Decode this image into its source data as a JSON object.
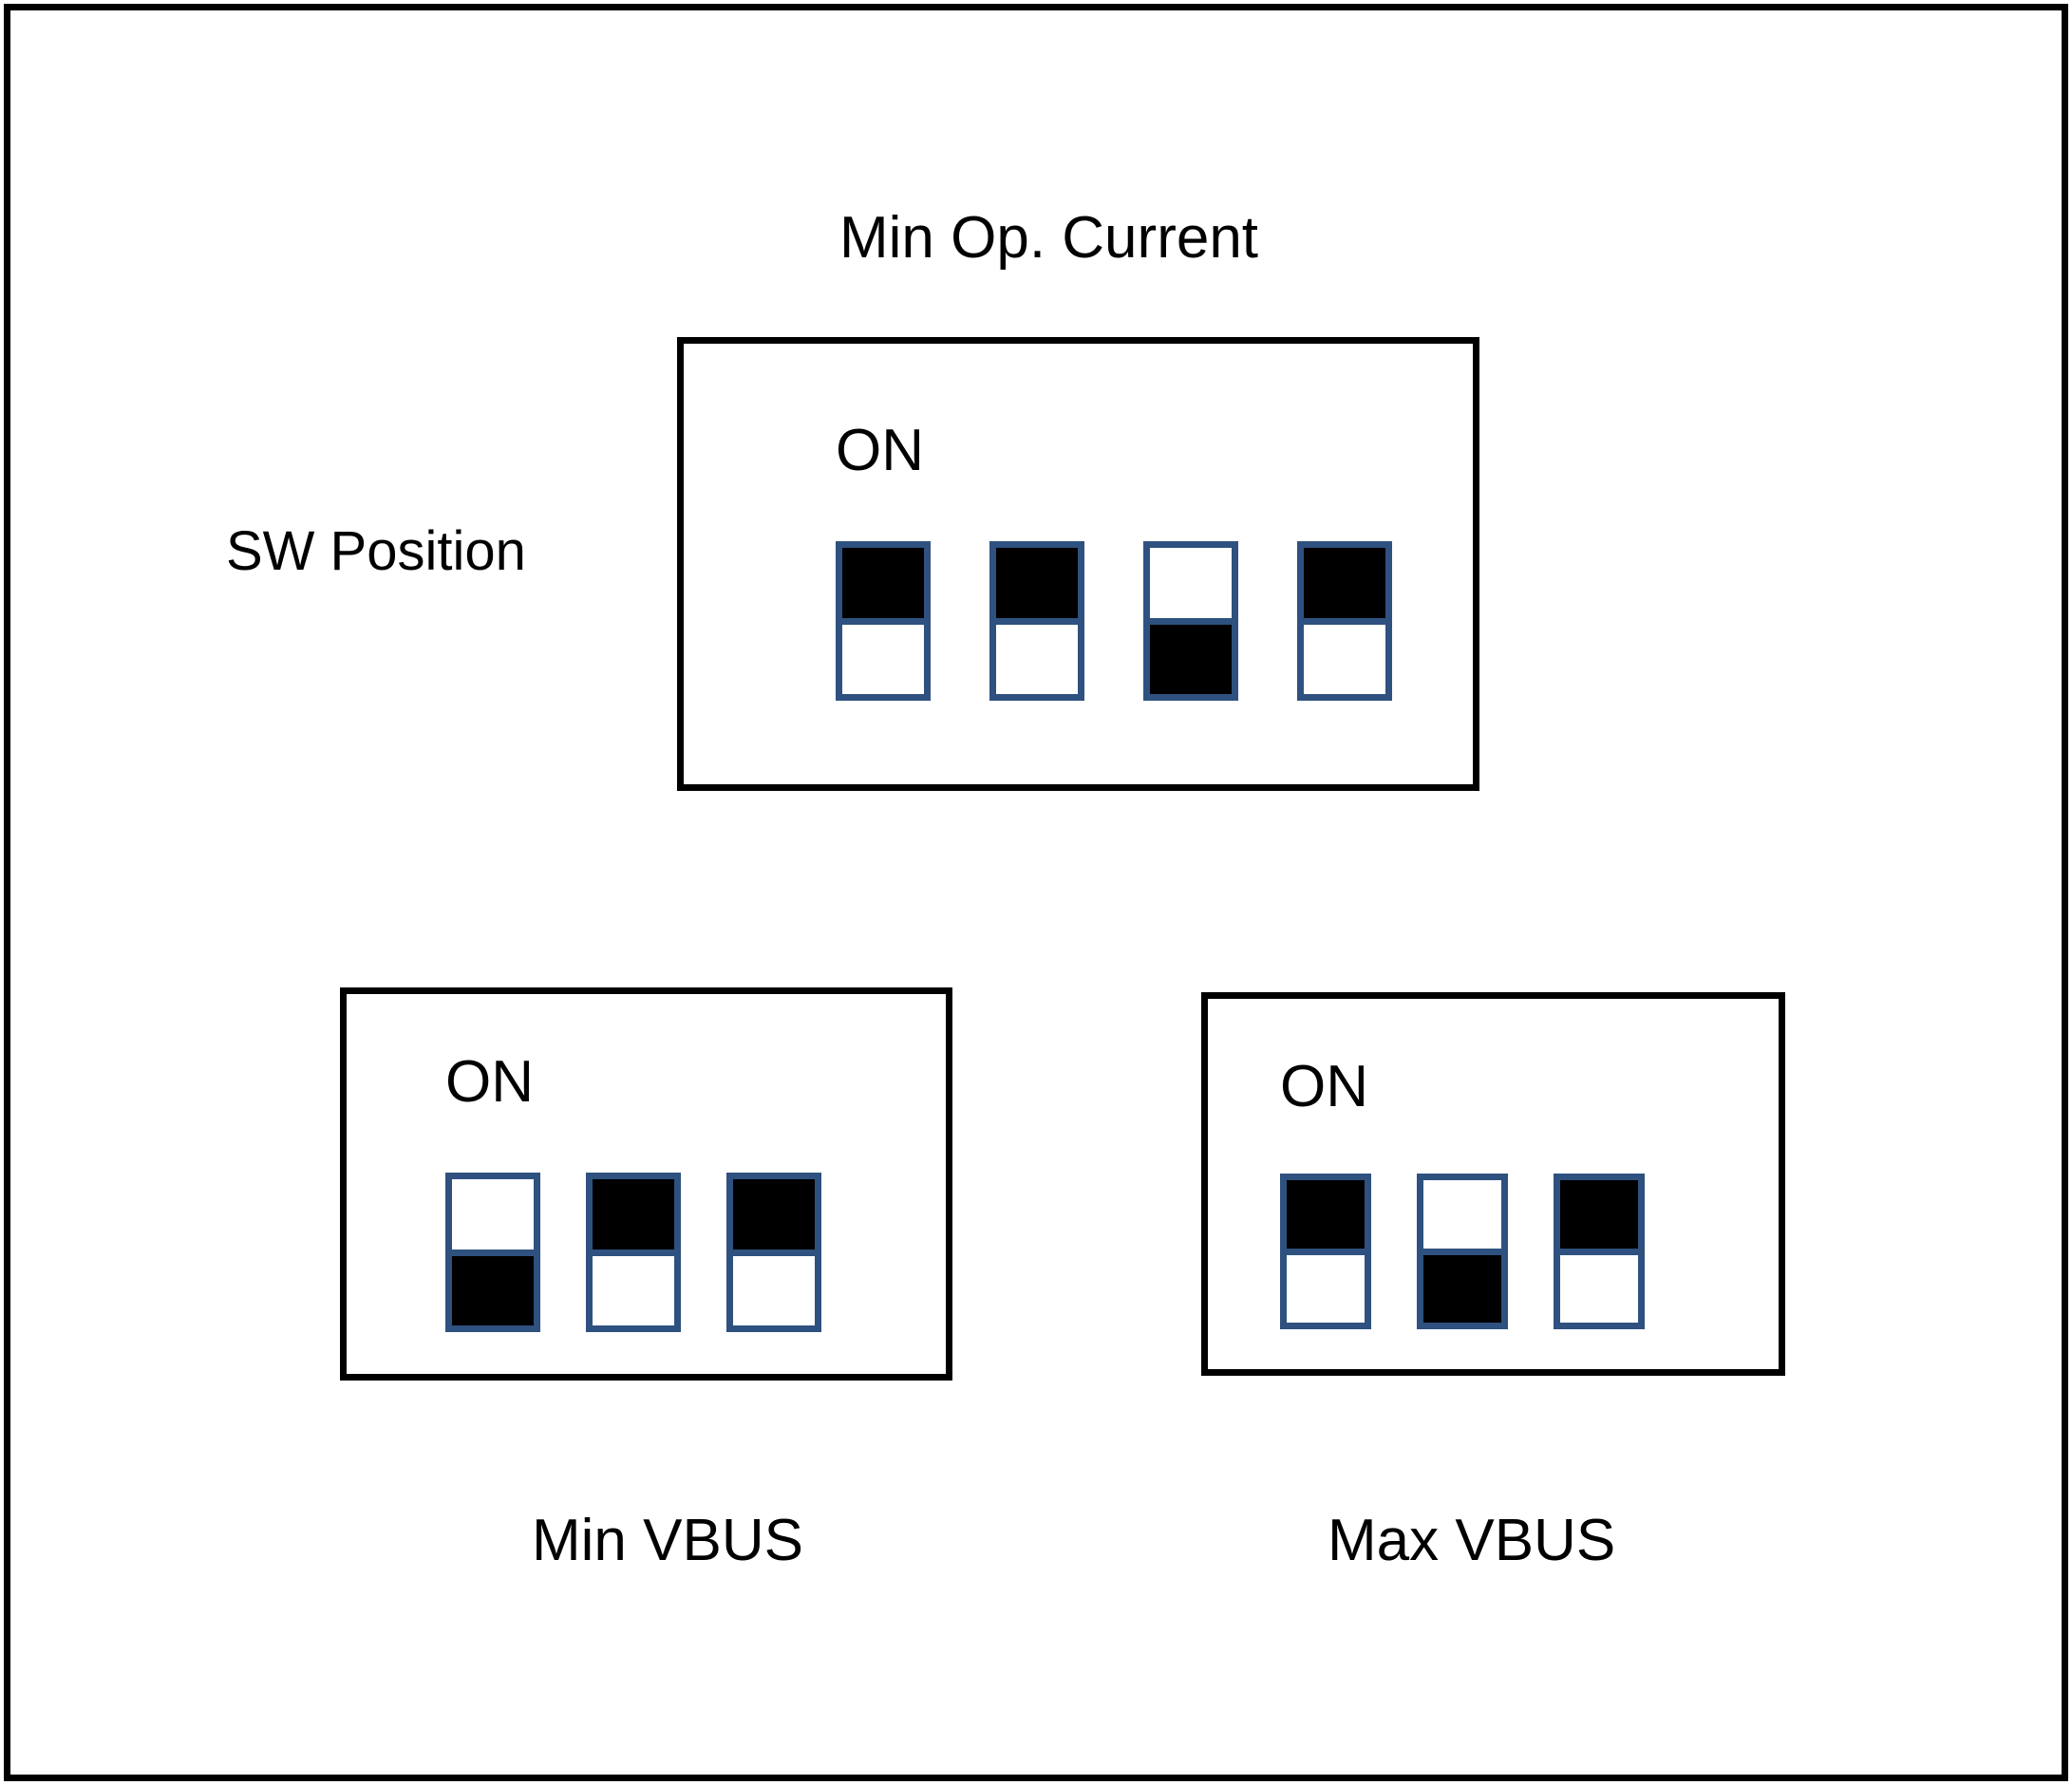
{
  "diagram": {
    "title": "Min Op. Current",
    "side_label": "SW Position",
    "on_label": "ON",
    "accent_color": "#2E5180",
    "toggle_color": "#000000",
    "frame_color": "#000000",
    "background_color": "#FFFFFF"
  },
  "banks": {
    "min_op_current": {
      "name": "Min Op. Current",
      "on_label": "ON",
      "switch_count": 4,
      "positions": [
        "up",
        "up",
        "down",
        "up"
      ],
      "states": [
        "on",
        "on",
        "off",
        "on"
      ]
    },
    "min_vbus": {
      "name": "Min VBUS",
      "caption": "Min VBUS",
      "on_label": "ON",
      "switch_count": 3,
      "positions": [
        "down",
        "up",
        "up"
      ],
      "states": [
        "off",
        "on",
        "on"
      ]
    },
    "max_vbus": {
      "name": "Max VBUS",
      "caption": "Max VBUS",
      "on_label": "ON",
      "switch_count": 3,
      "positions": [
        "up",
        "down",
        "up"
      ],
      "states": [
        "on",
        "off",
        "on"
      ]
    }
  }
}
